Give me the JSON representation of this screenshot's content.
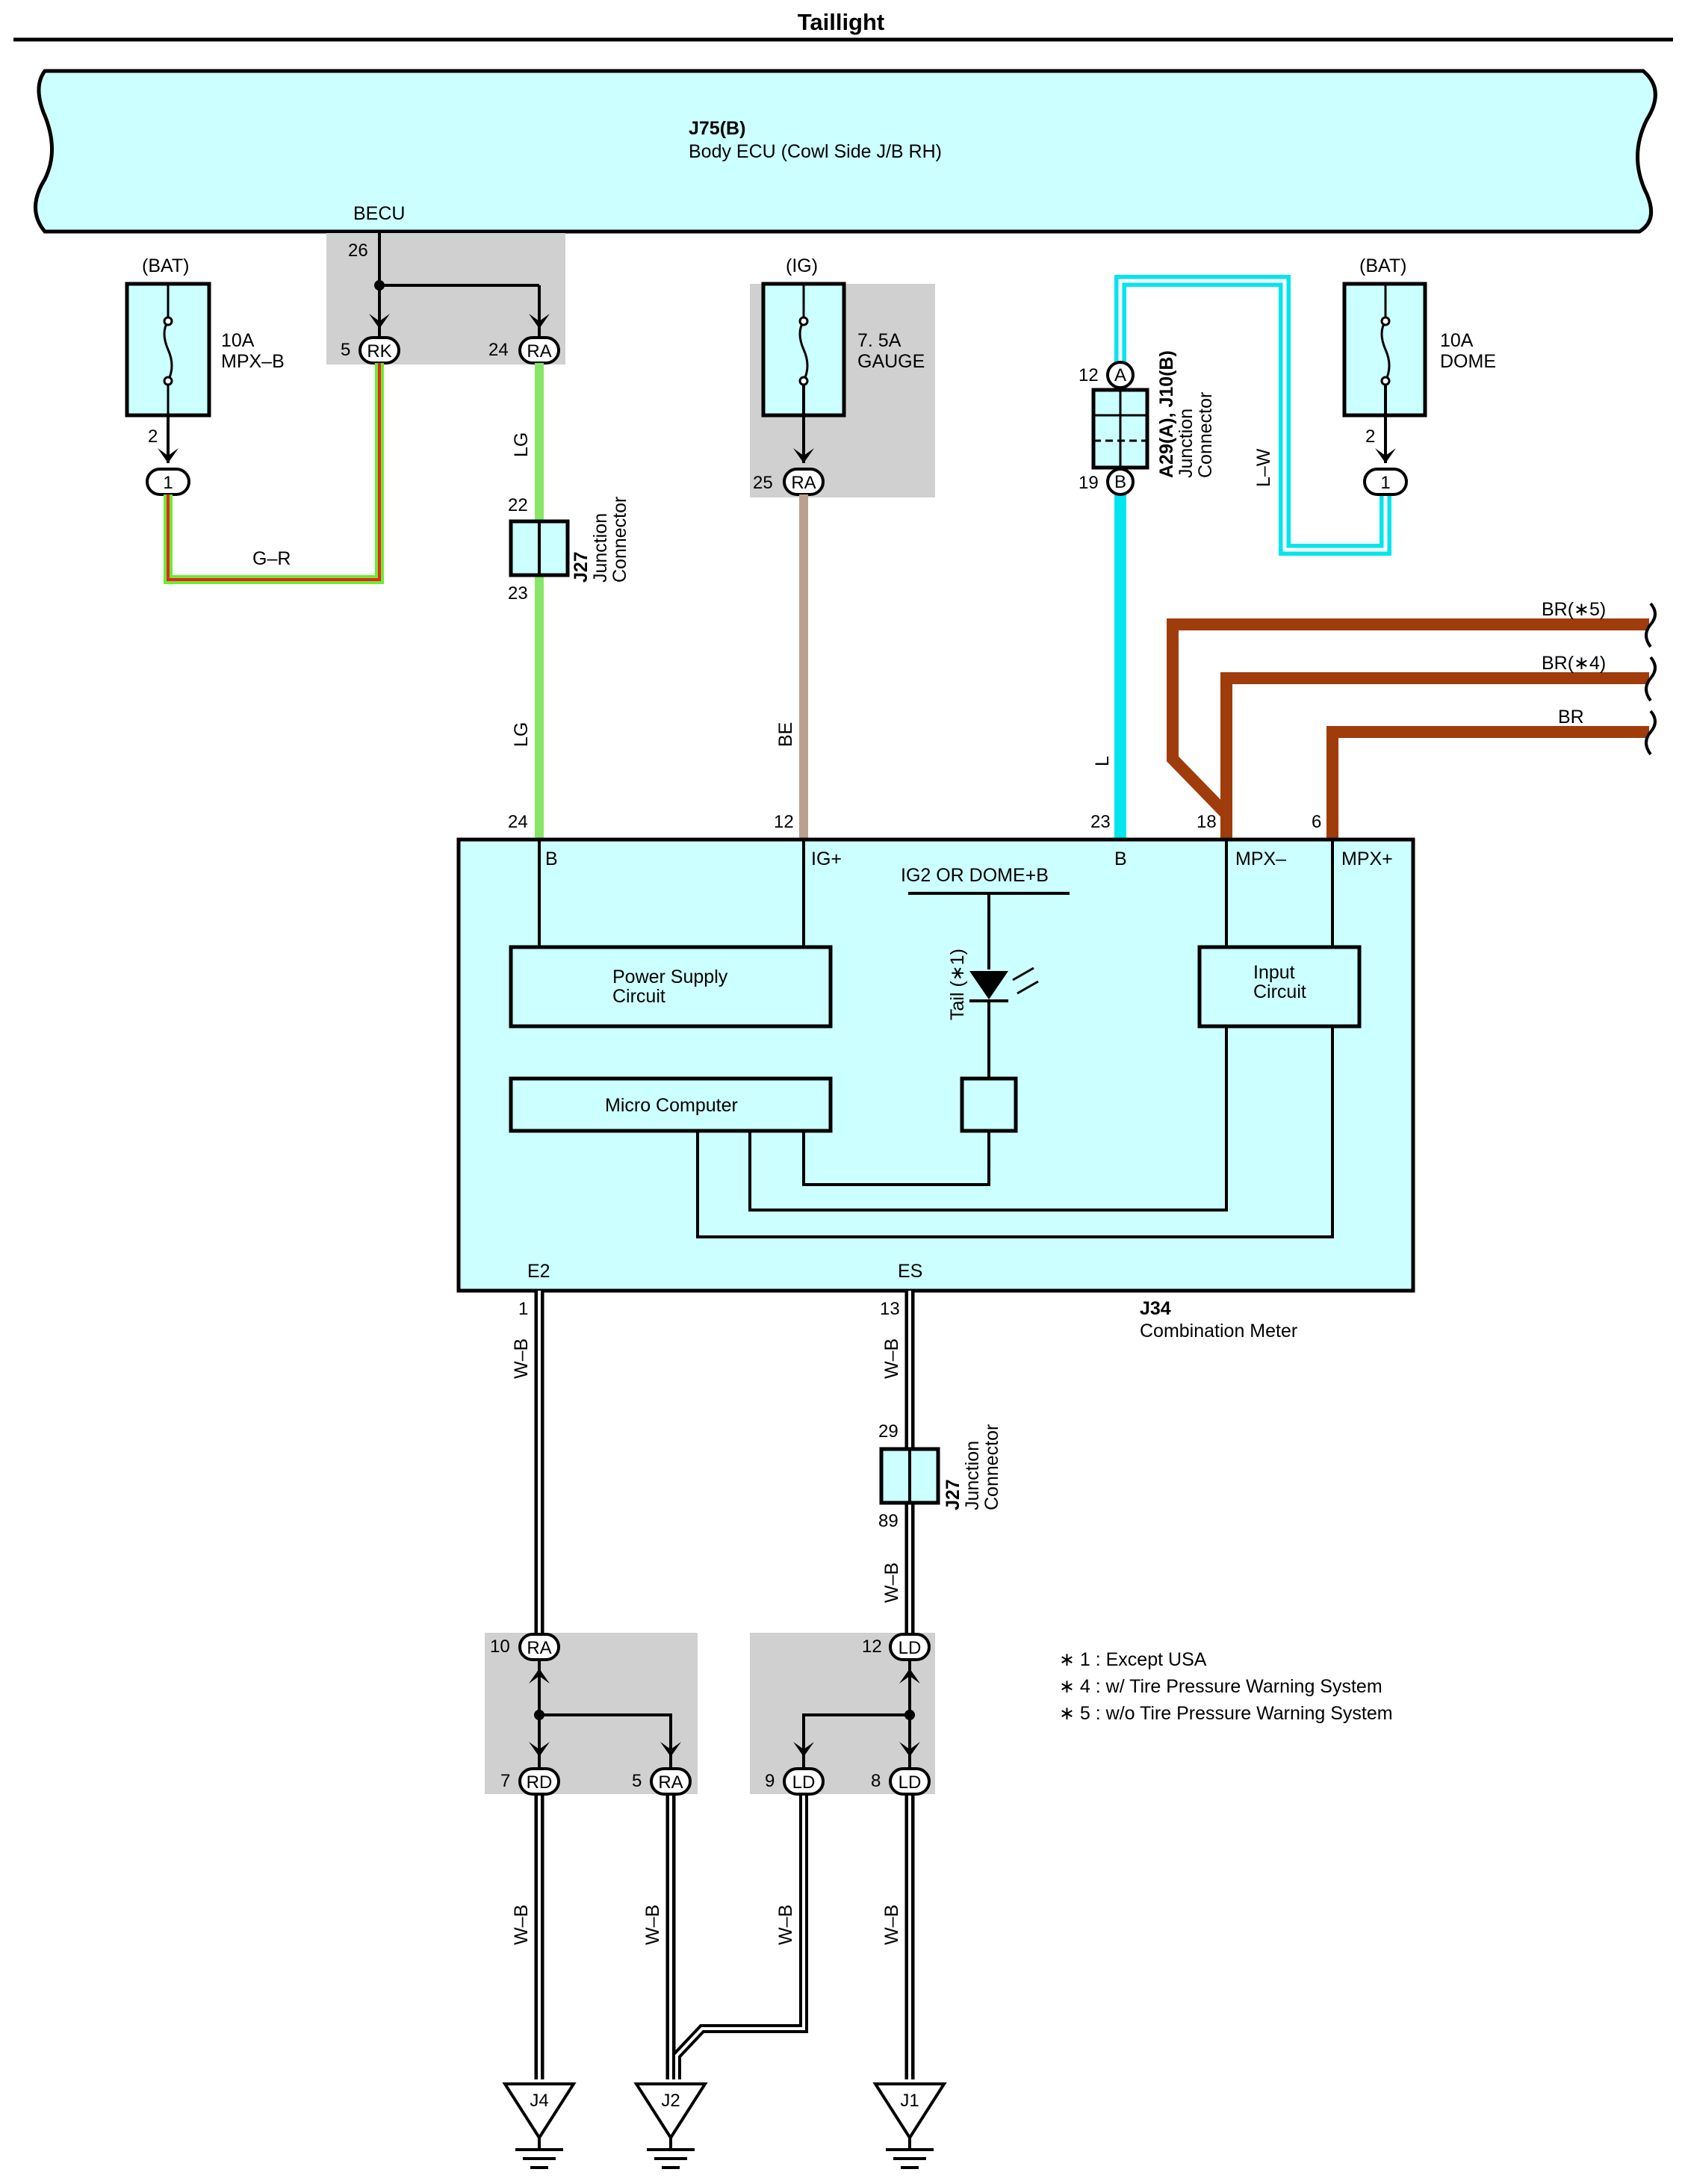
{
  "title": "Taillight",
  "body_ecu": {
    "id": "J75(B)",
    "name": "Body ECU (Cowl Side J/B RH)",
    "becu": "BECU",
    "pin_26": "26"
  },
  "becu_junction": {
    "pin_5": "5",
    "conn_5": "RK",
    "pin_24": "24",
    "conn_24": "RA"
  },
  "fuse_mpxb": {
    "source": "(BAT)",
    "rating": "10A",
    "name": "MPX–B",
    "pin": "2",
    "conn": "1"
  },
  "fuse_gauge": {
    "source": "(IG)",
    "rating": "7. 5A",
    "name": "GAUGE",
    "pin": "25",
    "conn": "RA"
  },
  "fuse_dome": {
    "source": "(BAT)",
    "rating": "10A",
    "name": "DOME",
    "pin": "2",
    "conn": "1"
  },
  "j27_top": {
    "id": "J27",
    "line1": "Junction",
    "line2": "Connector",
    "pin_in": "22",
    "pin_out": "23"
  },
  "j27_bottom": {
    "id": "J27",
    "line1": "Junction",
    "line2": "Connector",
    "pin_in": "29",
    "pin_out": "89"
  },
  "a29": {
    "id": "A29(A), J10(B)",
    "line1": "Junction",
    "line2": "Connector",
    "pin_a": "12",
    "conn_a": "A",
    "pin_b": "19",
    "conn_b": "B"
  },
  "wires": {
    "g_r": "G–R",
    "lg_top": "LG",
    "lg_bottom": "LG",
    "be": "BE",
    "l_w": "L–W",
    "l": "L",
    "br5": "BR(∗5)",
    "br4": "BR(∗4)",
    "br": "BR",
    "wb_e2": "W–B",
    "wb_es": "W–B",
    "wb_j27": "W–B",
    "wb_7": "W–B",
    "wb_5": "W–B",
    "wb_9": "W–B",
    "wb_8": "W–B"
  },
  "meter": {
    "id": "J34",
    "name": "Combination Meter",
    "pins": {
      "b": "24",
      "igp": "12",
      "b2": "23",
      "mpxm": "18",
      "mpxp": "6",
      "e2": "1",
      "es": "13"
    },
    "terminals": {
      "b": "B",
      "igp": "IG+",
      "b2": "B",
      "mpxm": "MPX–",
      "mpxp": "MPX+",
      "e2": "E2",
      "es": "ES"
    },
    "power_supply": [
      "Power Supply",
      "Circuit"
    ],
    "input_circuit": [
      "Input",
      "Circuit"
    ],
    "micro_computer": "Micro Computer",
    "ig2_label": "IG2 OR DOME+B",
    "tail_label": "Tail (∗1)"
  },
  "ground_junction_left": {
    "pin_10": "10",
    "conn_10": "RA",
    "pin_7": "7",
    "conn_7": "RD",
    "pin_5": "5",
    "conn_5": "RA"
  },
  "ground_junction_right": {
    "pin_12": "12",
    "conn_12": "LD",
    "pin_9": "9",
    "conn_9": "LD",
    "pin_8": "8",
    "conn_8": "LD"
  },
  "grounds": {
    "j4": "J4",
    "j2": "J2",
    "j1": "J1"
  },
  "notes": [
    "∗ 1 : Except USA",
    "∗ 4 : w/ Tire Pressure Warning System",
    "∗ 5 : w/o Tire Pressure Warning System"
  ],
  "colors": {
    "light_cyan": "#ccffff",
    "cyan_wire": "#00e5ee",
    "green_wire": "#66ee33",
    "red_wire": "#ee2222",
    "lg_wire": "#88e666",
    "tan_wire": "#b8a28e",
    "brown_wire": "#a03c0c",
    "gray_box": "#d0d0d0"
  }
}
